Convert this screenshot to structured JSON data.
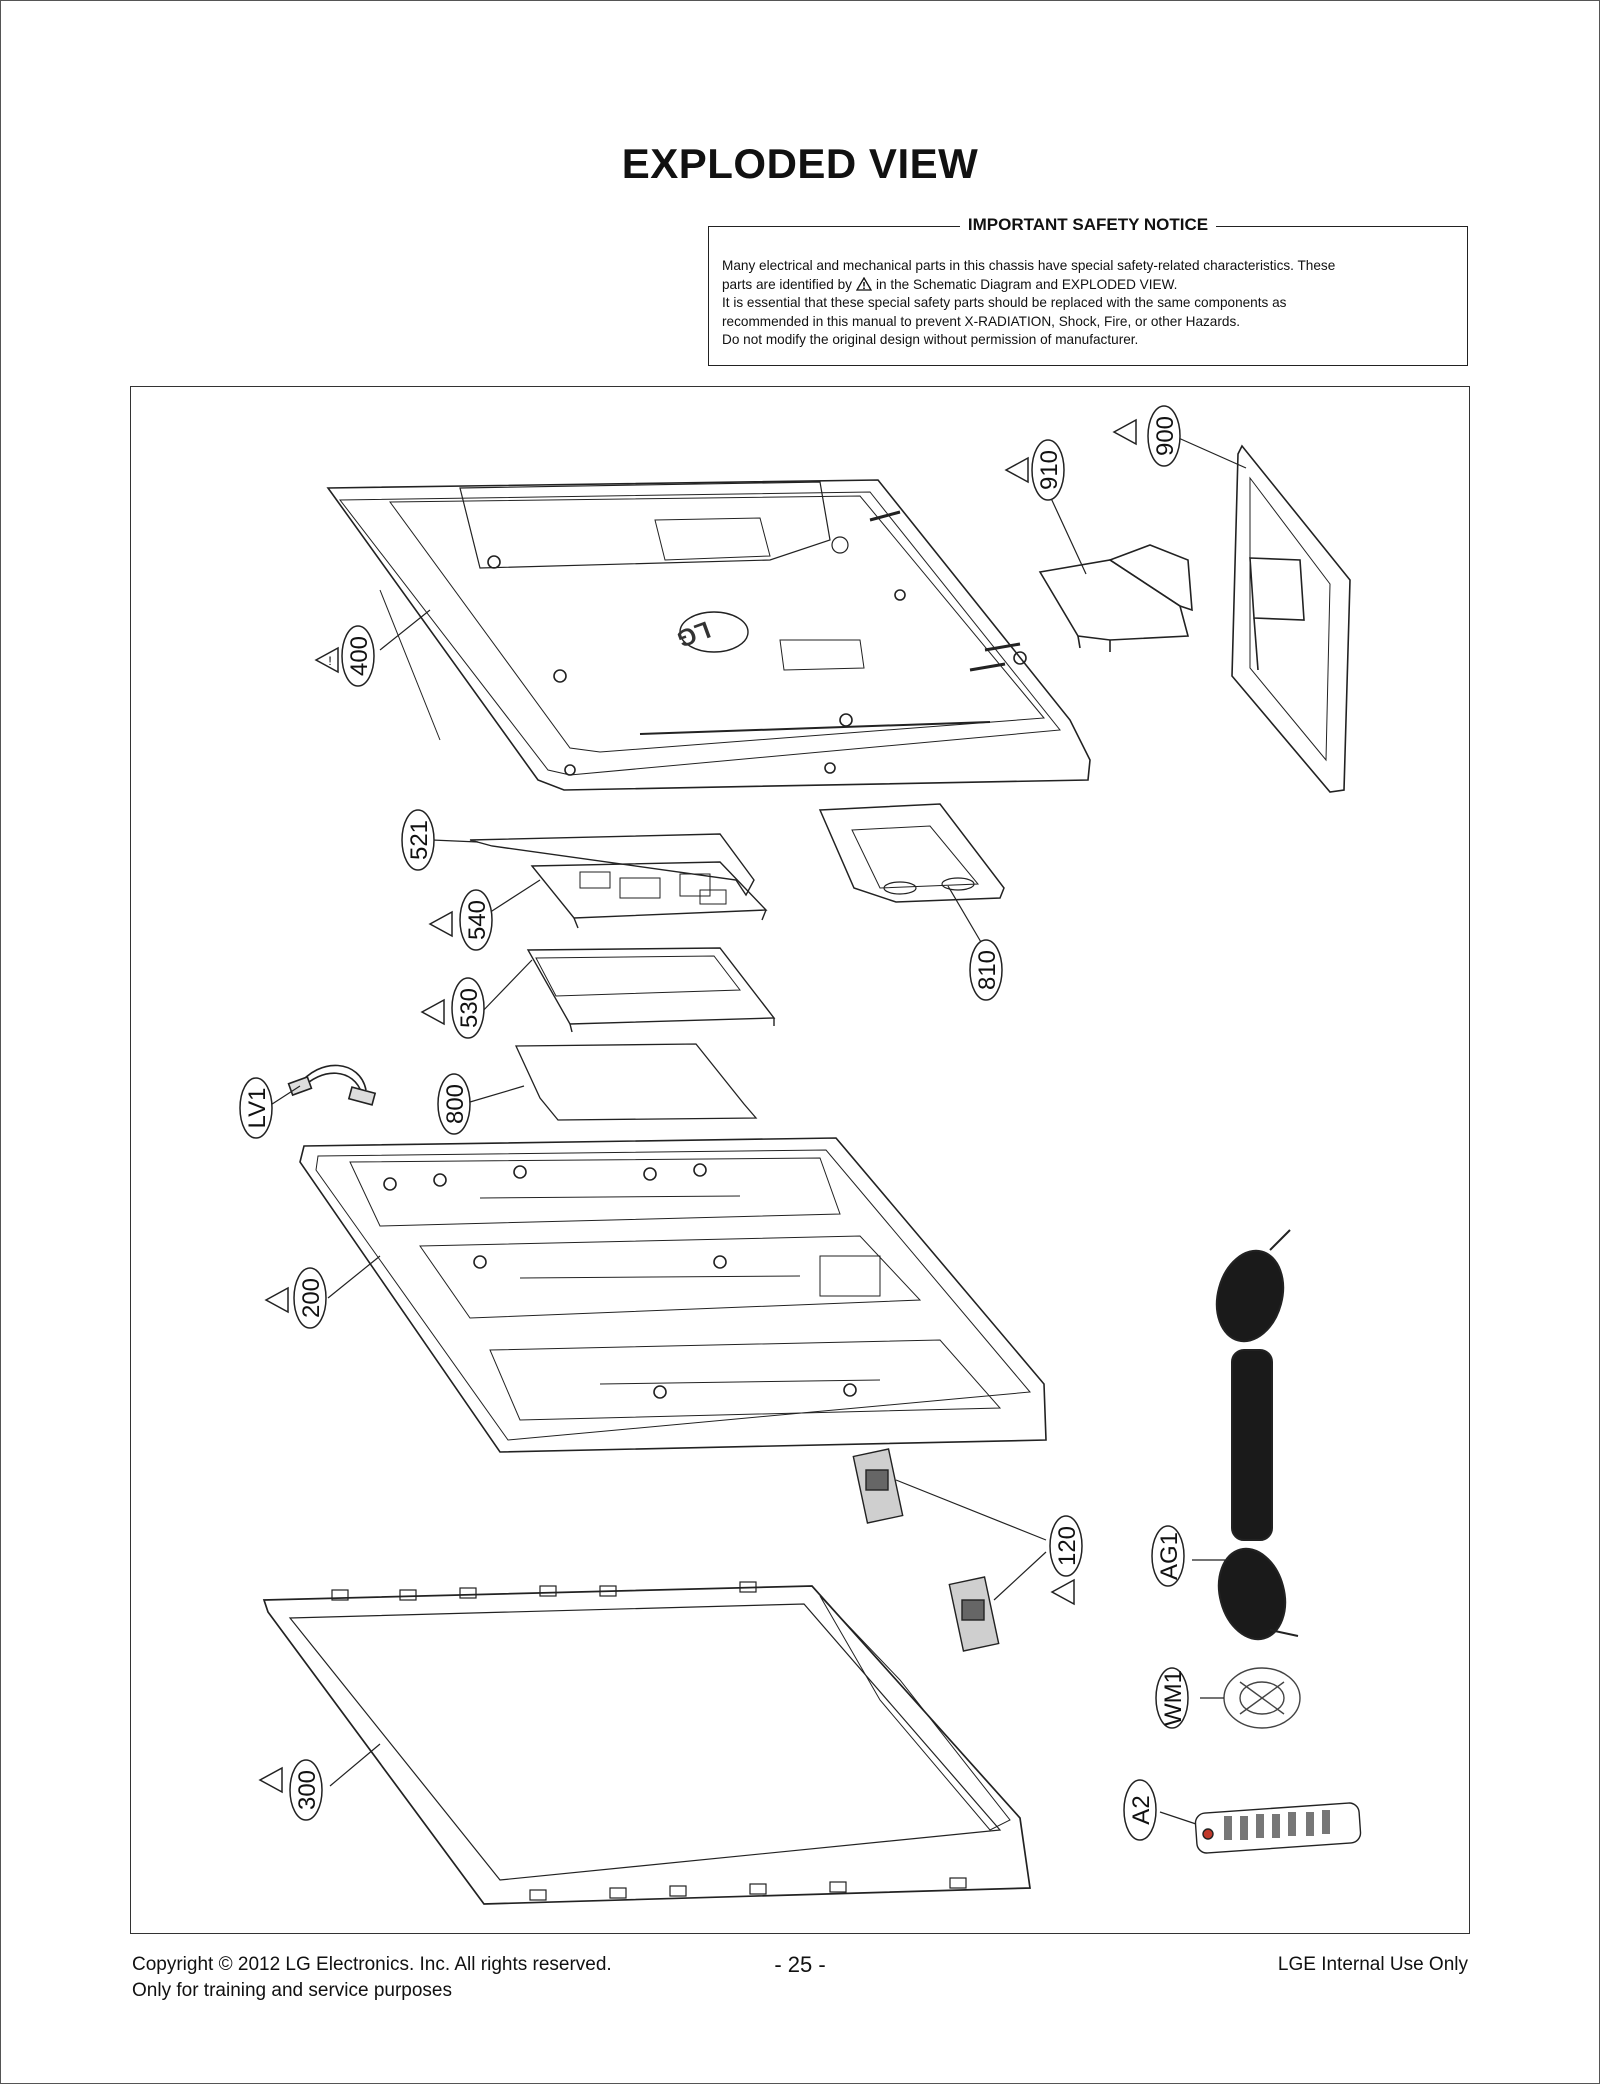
{
  "page": {
    "title": "EXPLODED VIEW"
  },
  "notice": {
    "title": "IMPORTANT SAFETY NOTICE",
    "line1": "Many electrical and mechanical parts in this chassis have special safety-related characteristics. These",
    "line2_pre": "parts are identified by",
    "line2_post": "in the Schematic Diagram and EXPLODED VIEW.",
    "line3": "It is essential that these special safety parts should be replaced with the same components as",
    "line4": "recommended in this manual to prevent X-RADIATION, Shock, Fire, or other Hazards.",
    "line5": "Do not modify the original design without permission of manufacturer."
  },
  "parts": {
    "p400": "400",
    "p910": "910",
    "p900": "900",
    "p521": "521",
    "p540": "540",
    "p530": "530",
    "p810": "810",
    "pLV1": "LV1",
    "p800": "800",
    "p200": "200",
    "p120": "120",
    "pAG1": "AG1",
    "pWM1": "WM1",
    "p300": "300",
    "pA2": "A2",
    "warning_mark": "!",
    "logo_text": "LG"
  },
  "footer": {
    "copyright": "Copyright © 2012 LG Electronics. Inc. All rights reserved.",
    "purpose": "Only for training and service purposes",
    "page_number": "- 25 -",
    "internal": "LGE Internal Use Only"
  }
}
